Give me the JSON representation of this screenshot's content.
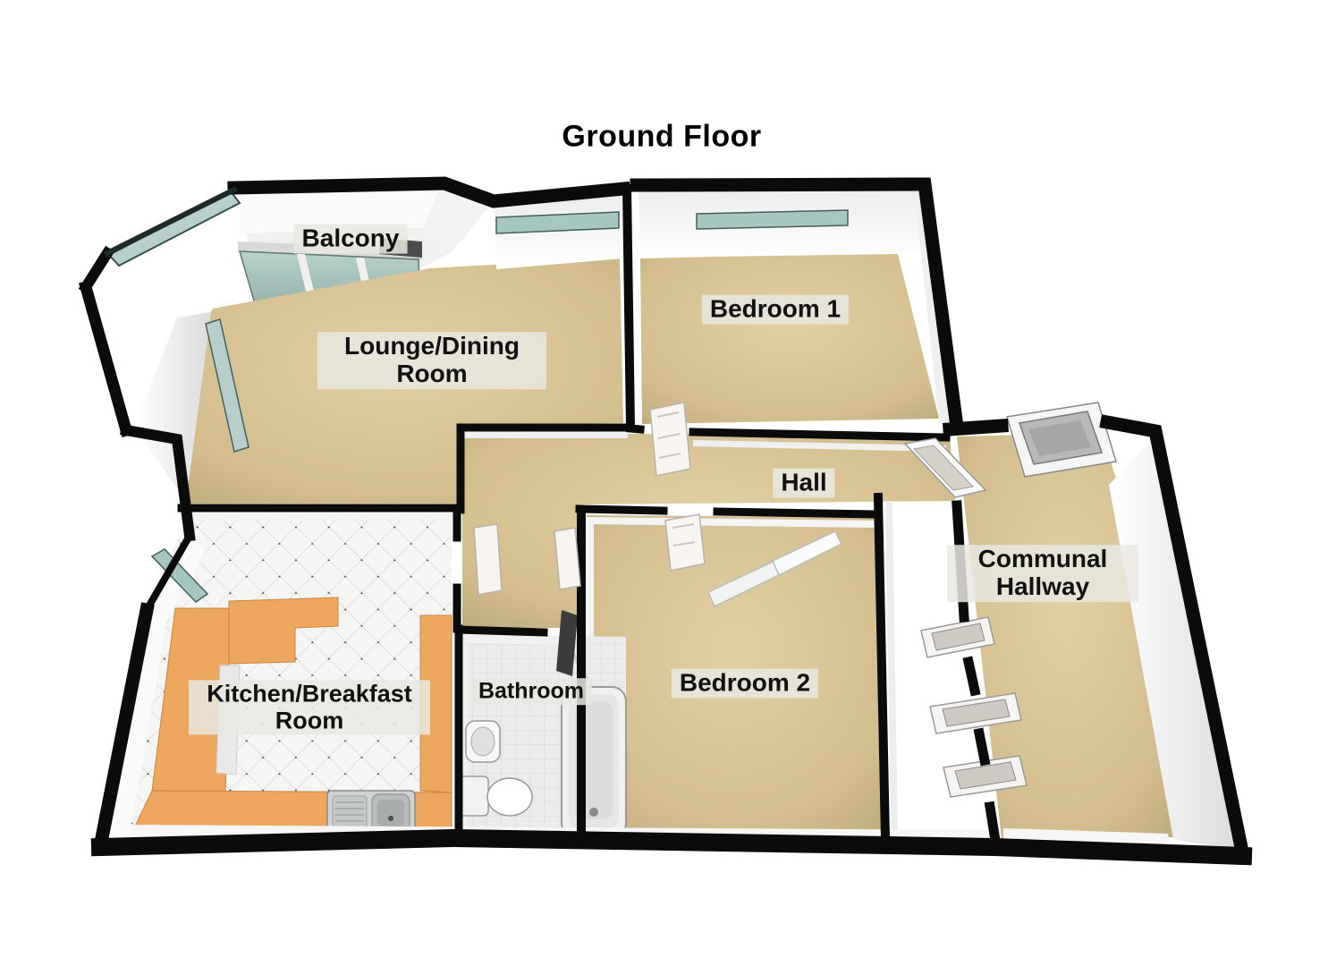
{
  "title": "Ground Floor",
  "rooms": {
    "balcony": {
      "label": "Balcony"
    },
    "lounge_dining": {
      "label": "Lounge/Dining Room"
    },
    "bedroom1": {
      "label": "Bedroom 1"
    },
    "hall": {
      "label": "Hall"
    },
    "communal_hallway": {
      "label": "Communal Hallway"
    },
    "kitchen_breakfast": {
      "label": "Kitchen/Breakfast Room"
    },
    "bathroom": {
      "label": "Bathroom"
    },
    "bedroom2": {
      "label": "Bedroom 2"
    }
  },
  "colors": {
    "floor_tan": "#d3bd8e",
    "floor_tan_light": "#e0cda2",
    "wall_black": "#0b0b0b",
    "wall_face_white": "#ffffff",
    "window_glass": "#a7c6c0",
    "kitchen_counter": "#eda75f",
    "kitchen_tile": "#f5f5f3",
    "bathroom_tile": "#ebebeb",
    "label_bg": "#e9e7e1",
    "label_text": "#111111"
  },
  "fixtures": {
    "bathroom": [
      "pedestal-sink",
      "toilet",
      "bathtub"
    ],
    "kitchen": [
      "u-shaped-counter",
      "kitchen-sink",
      "cabinet-front"
    ],
    "bedroom2": [
      "wardrobe-sliding-doors"
    ],
    "balcony": [
      "sliding-glass-doors",
      "glass-railing"
    ],
    "doors": [
      "front-entrance-door",
      "hall-to-communal-door",
      "bedroom1-door",
      "bedroom2-door",
      "bathroom-door",
      "kitchen-door",
      "communal-flat-doors"
    ]
  }
}
